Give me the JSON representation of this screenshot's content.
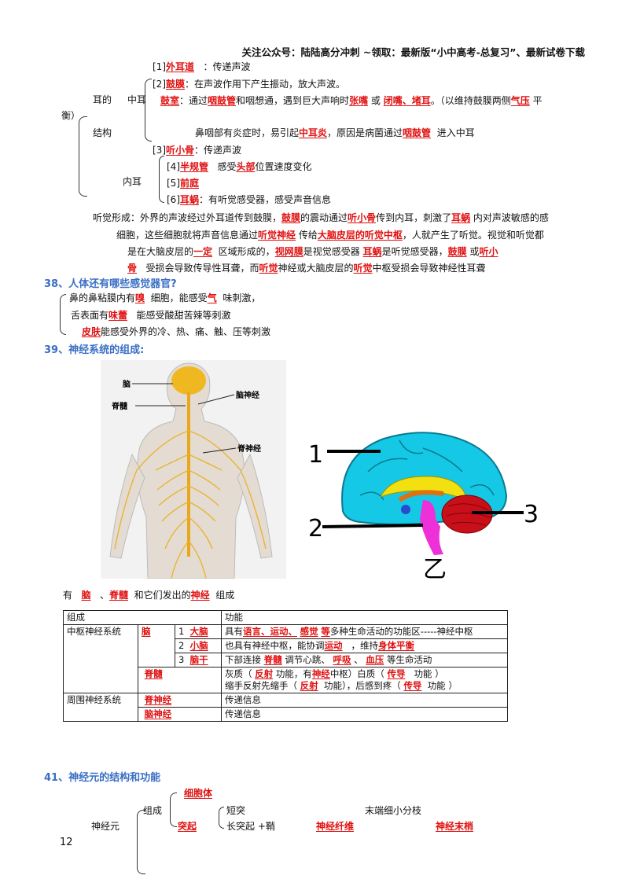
{
  "header": {
    "notice": "关注公众号：陆陆高分冲刺 ~领取：最新版“小中高考-总复习”、最新试卷下载"
  },
  "ear": {
    "side1": "衡）",
    "side2a": "耳的",
    "side2b": "中耳",
    "side3": "结构",
    "inner_ear": "内耳",
    "l1": [
      "[1]",
      "外耳道",
      "：传递声波"
    ],
    "l2": [
      "[2]",
      "鼓膜",
      "：在声波作用下产生振动，放大声波。"
    ],
    "l3": [
      "鼓室",
      "：通过",
      "咽鼓管",
      "和咽想通，遇到巨大声响时",
      "张嘴",
      "或",
      "闭嘴、堵耳",
      "。（以维持鼓膜两侧",
      "气压",
      "平"
    ],
    "l4": [
      "鼻咽部有炎症时，易引起",
      "中耳炎",
      "，原因是病菌通过",
      "咽鼓管",
      "进入中耳"
    ],
    "l5": [
      "[3]",
      "听小骨",
      "：传递声波"
    ],
    "l6": [
      "[4]",
      "半规管",
      "感受",
      "头部",
      "位置速度变化"
    ],
    "l7": [
      "[5]",
      "前庭"
    ],
    "l8": [
      "[6]",
      "耳蜗",
      "：有听觉感受器，感受声音信息"
    ],
    "h1": [
      "听觉形成：外界的声波经过外耳道传到鼓膜，",
      "鼓膜",
      "的震动通过",
      "听小骨",
      "传到内耳，刺激了",
      "耳蜗",
      "内对声波敏感的感"
    ],
    "h2": [
      "细胞，这些细胞就将声音信息通过",
      "听觉神经",
      "传给",
      "大脑皮层的听觉中枢",
      "，人就产生了听觉。视觉和听觉都"
    ],
    "h3": [
      "是在大脑皮层的",
      "一定",
      "区域形成的，",
      "视网膜",
      "是视觉感受器",
      "耳蜗",
      "是听觉感受器，",
      "鼓膜",
      "或",
      "听小"
    ],
    "h4": [
      "骨",
      "受损会导致传导性耳聋，而",
      "听觉",
      "神经或大脑皮层的",
      "听觉",
      "中枢受损会导致神经性耳聋"
    ]
  },
  "q38": {
    "title": "38、人体还有哪些感觉器官?",
    "l1": [
      "鼻的鼻粘膜内有",
      "嗅",
      "细胞，能感受",
      "气",
      "味刺激，"
    ],
    "l2": [
      "舌表面有",
      "味蕾",
      "能感受酸甜苦辣等刺激"
    ],
    "l3": [
      "皮肤",
      "能感受外界的冷、热、痛、触、压等刺激"
    ]
  },
  "q39": {
    "title": "39、神经系统的组成:",
    "fig1_labels": [
      "脑",
      "脊髓",
      "脑神经",
      "脊神经"
    ],
    "fig2_labels": [
      "1",
      "2",
      "3",
      "乙"
    ],
    "line": [
      "有",
      "脑",
      "、",
      "脊髓",
      "和它们发出的",
      "神经",
      "组成"
    ]
  },
  "table": {
    "h_group": "组成",
    "h_func": "功能",
    "cns": "中枢神经系统",
    "brain": "脑",
    "r1": [
      "1",
      "大脑",
      "具有",
      "语言、运动、",
      "感觉",
      "等",
      "多种生命活动的功能区-----神经中枢"
    ],
    "r2": [
      "2",
      "小脑",
      "也具有神经中枢，能协调",
      "运动",
      "，维持",
      "身体平衡"
    ],
    "r3": [
      "3",
      "脑干",
      "下部连接",
      "脊髓",
      "调节心跳、",
      "呼吸",
      "、",
      "血压",
      "等生命活动"
    ],
    "spinal": "脊髓",
    "sp1": [
      "灰质（",
      "反射",
      "功能，有",
      "神经",
      "中枢）白质（",
      "传导",
      "功能 ）"
    ],
    "sp2": [
      "缩手反射先缩手（",
      "反射",
      "功能），后感到疼（",
      "传导",
      "功能 ）"
    ],
    "pns": "周围神经系统",
    "p1": [
      "脊神经",
      "传递信息"
    ],
    "p2": [
      "脑神经",
      "传递信息"
    ]
  },
  "q41": {
    "title": "41、神经元的结构和功能",
    "neuron": "神经元",
    "compose": "组成",
    "cell_body": "细胞体",
    "short": "短突",
    "tips": "末端细小分枝",
    "process": "突起",
    "long": "长突起 +鞘",
    "fiber": "神经纤维",
    "ending": "神经末梢"
  },
  "page_number": "12",
  "colors": {
    "answer": "#e01010",
    "heading": "#3a6fc4"
  }
}
